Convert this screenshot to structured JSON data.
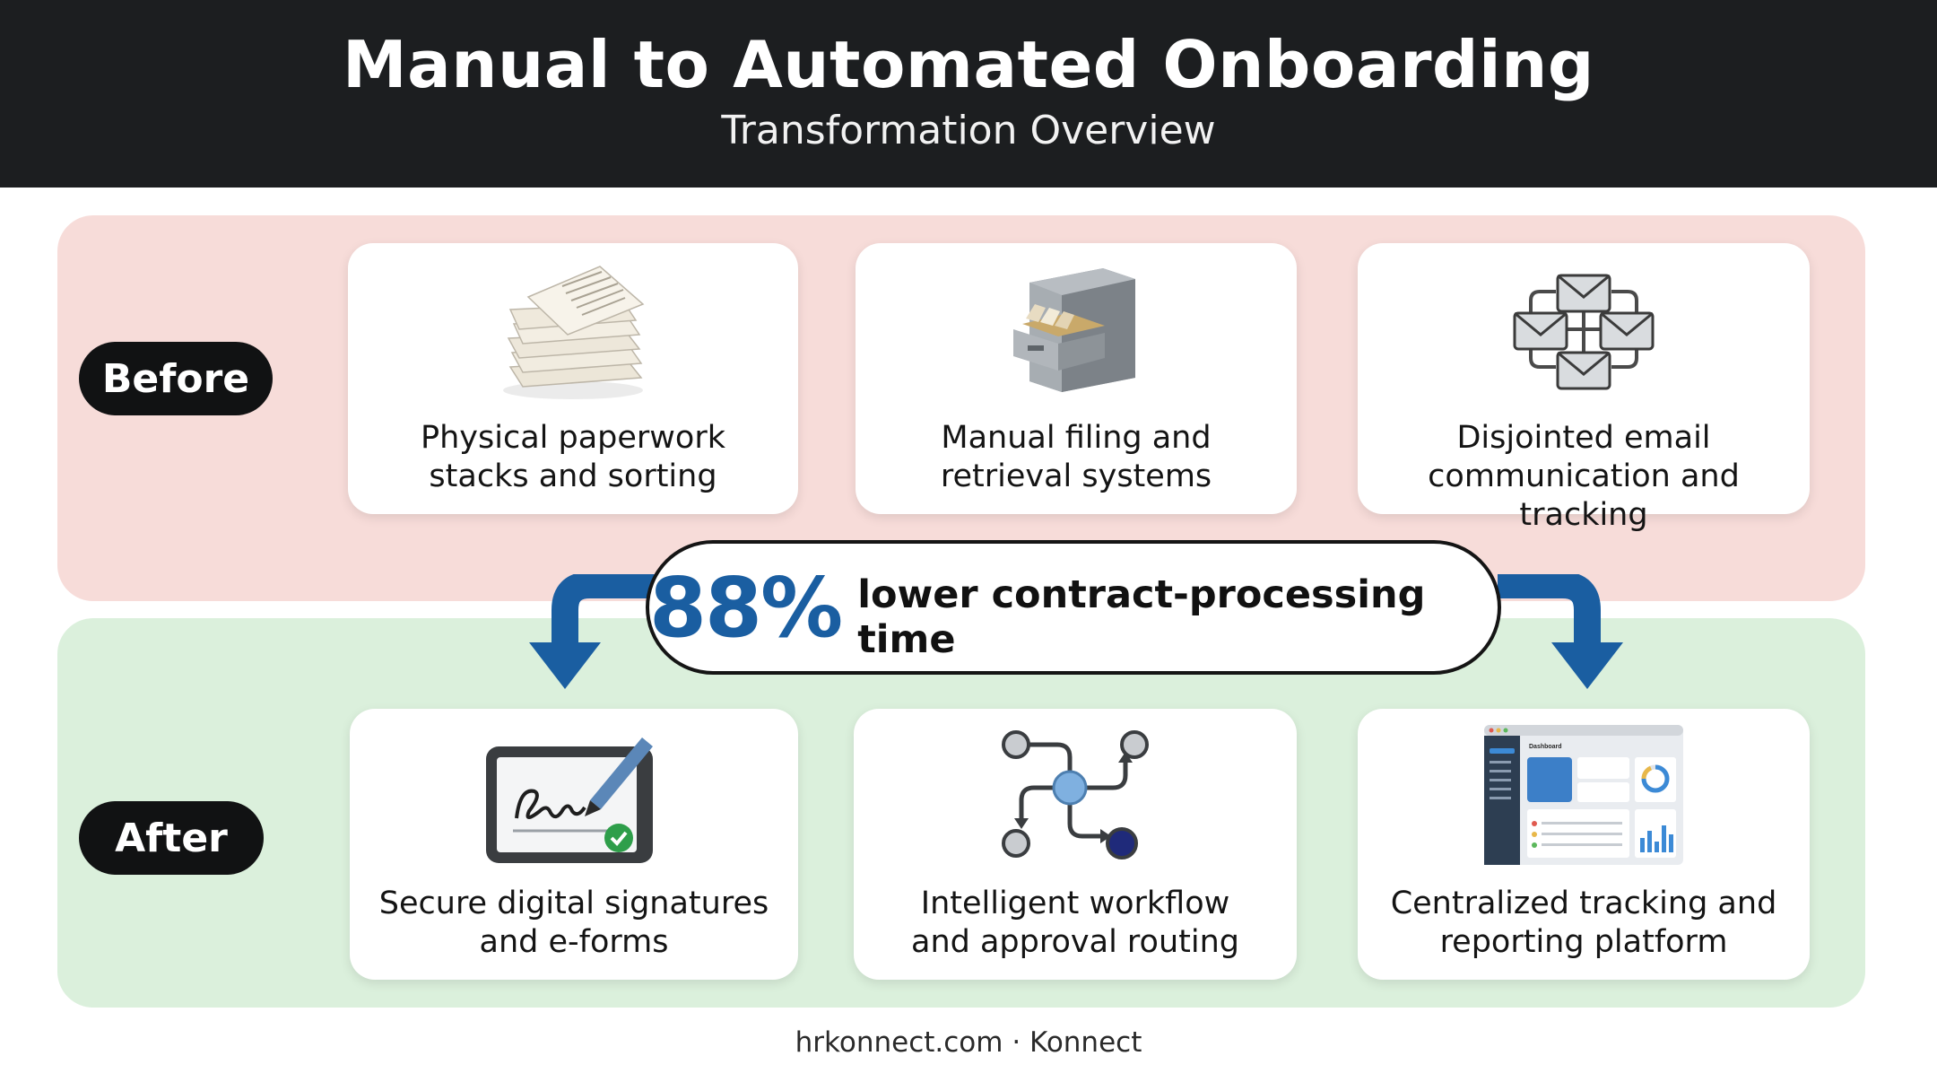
{
  "header": {
    "title": "Manual to Automated Onboarding",
    "subtitle": "Transformation Overview"
  },
  "before": {
    "label": "Before",
    "cards": [
      {
        "icon": "paper-stack-icon",
        "text": "Physical paperwork\nstacks and sorting"
      },
      {
        "icon": "filing-cabinet-icon",
        "text": "Manual filing and\nretrieval systems"
      },
      {
        "icon": "email-network-icon",
        "text": "Disjointed email\ncommunication and tracking"
      }
    ]
  },
  "callout": {
    "value": "88%",
    "text": "lower contract-processing time"
  },
  "after": {
    "label": "After",
    "cards": [
      {
        "icon": "digital-signature-icon",
        "text": "Secure digital signatures\nand e-forms"
      },
      {
        "icon": "workflow-routing-icon",
        "text": "Intelligent workflow\nand approval routing"
      },
      {
        "icon": "dashboard-icon",
        "text": "Centralized tracking and\nreporting platform"
      }
    ]
  },
  "dashboard": {
    "heading": "Dashboard"
  },
  "footer": {
    "text": "hrkonnect.com · Konnect"
  },
  "colors": {
    "header_bg": "#1c1e20",
    "before_bg": "#f7dcd9",
    "after_bg": "#dbf0dc",
    "accent_blue": "#1a5ea1"
  }
}
